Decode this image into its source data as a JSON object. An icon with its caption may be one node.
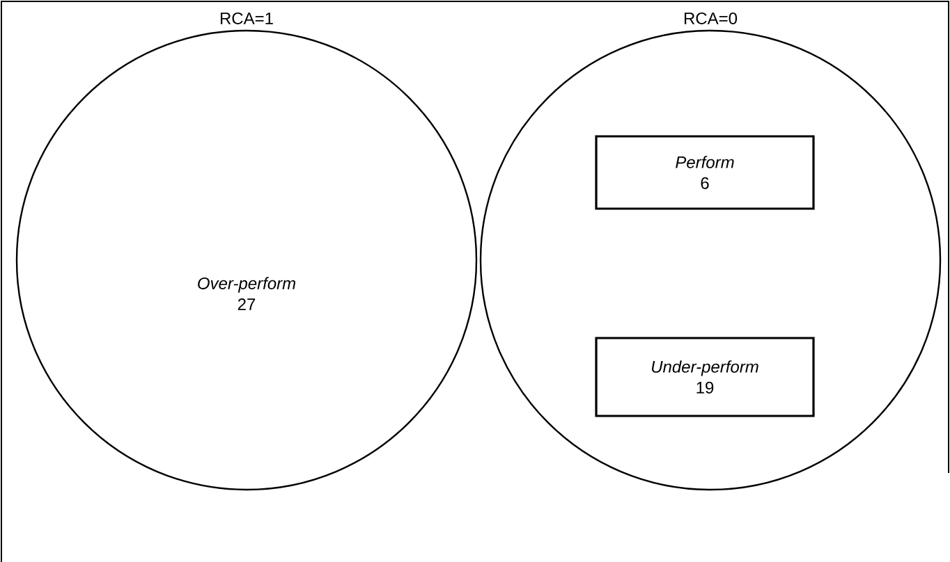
{
  "diagram": {
    "nodes": [
      {
        "text": [
          "RCA=1",
          "Over-perform",
          "27"
        ]
      },
      {
        "text": [
          "RCA=0"
        ]
      },
      {
        "text": [
          "Perform",
          "6"
        ],
        "in": 1
      },
      {
        "text": [
          "Under-perform",
          "19"
        ],
        "in": 1
      }
    ]
  }
}
